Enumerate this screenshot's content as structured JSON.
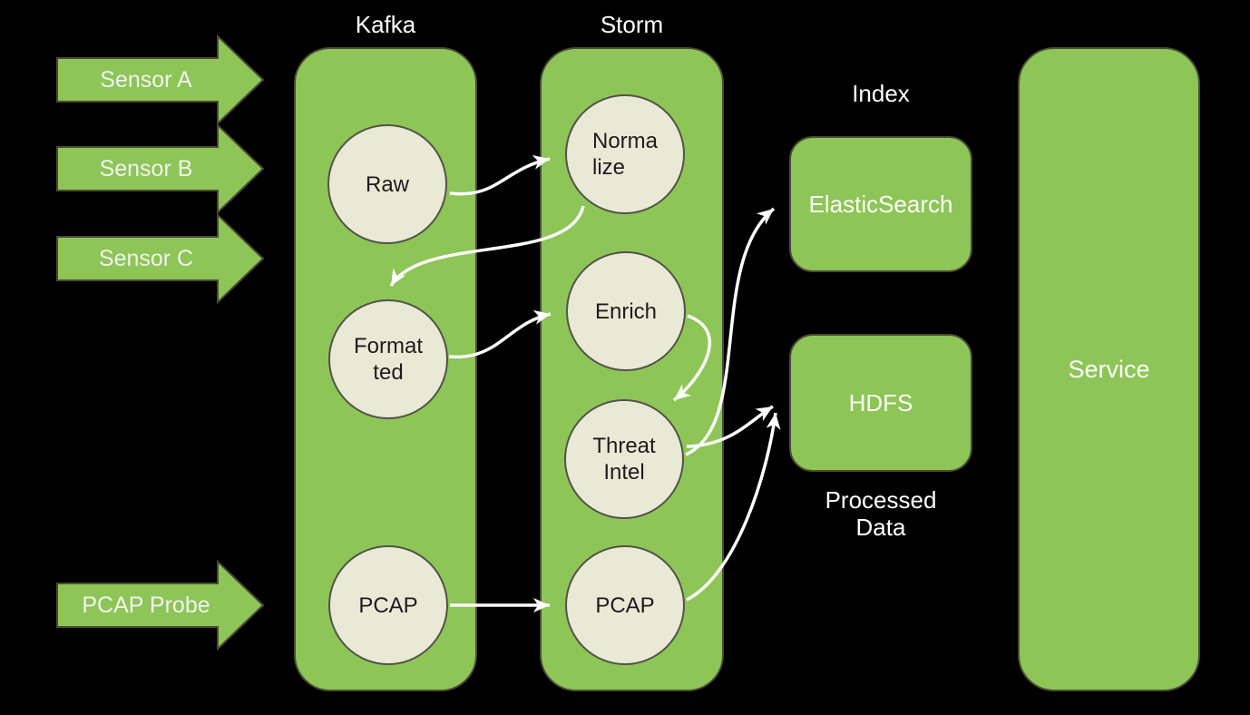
{
  "colors": {
    "background": "#000000",
    "shape_green": "#8dc556",
    "node_cream": "#e9ead6",
    "shape_border": "#4a4a36",
    "wire_white": "#ffffff",
    "text_light": "#ffffff",
    "text_dark": "#1c1c1c"
  },
  "diagram": {
    "sensors": [
      {
        "label": "Sensor A"
      },
      {
        "label": "Sensor B"
      },
      {
        "label": "Sensor C"
      },
      {
        "label": "PCAP Probe"
      }
    ],
    "kafka": {
      "title": "Kafka",
      "topics": {
        "raw": {
          "label": "Raw"
        },
        "formatted": {
          "label": "Format\nted"
        },
        "pcap": {
          "label": "PCAP"
        }
      }
    },
    "storm": {
      "title": "Storm",
      "bolts": {
        "normalize": {
          "label": "Norma\nlize"
        },
        "enrich": {
          "label": "Enrich"
        },
        "threat_intel": {
          "label": "Threat\nIntel"
        },
        "pcap": {
          "label": "PCAP"
        }
      }
    },
    "index": {
      "caption": "Index",
      "box_label": "ElasticSearch"
    },
    "processed": {
      "box_label": "HDFS",
      "caption": "Processed\nData"
    },
    "service": {
      "label": "Service"
    },
    "edges": [
      {
        "from": "kafka-raw",
        "to": "storm-normalize"
      },
      {
        "from": "storm-normalize",
        "to": "kafka-formatted"
      },
      {
        "from": "kafka-formatted",
        "to": "storm-enrich"
      },
      {
        "from": "storm-enrich",
        "to": "storm-threat-intel"
      },
      {
        "from": "storm-threat-intel",
        "to": "elasticsearch"
      },
      {
        "from": "storm-threat-intel",
        "to": "hdfs"
      },
      {
        "from": "storm-pcap",
        "to": "hdfs"
      },
      {
        "from": "kafka-pcap",
        "to": "storm-pcap"
      }
    ]
  }
}
